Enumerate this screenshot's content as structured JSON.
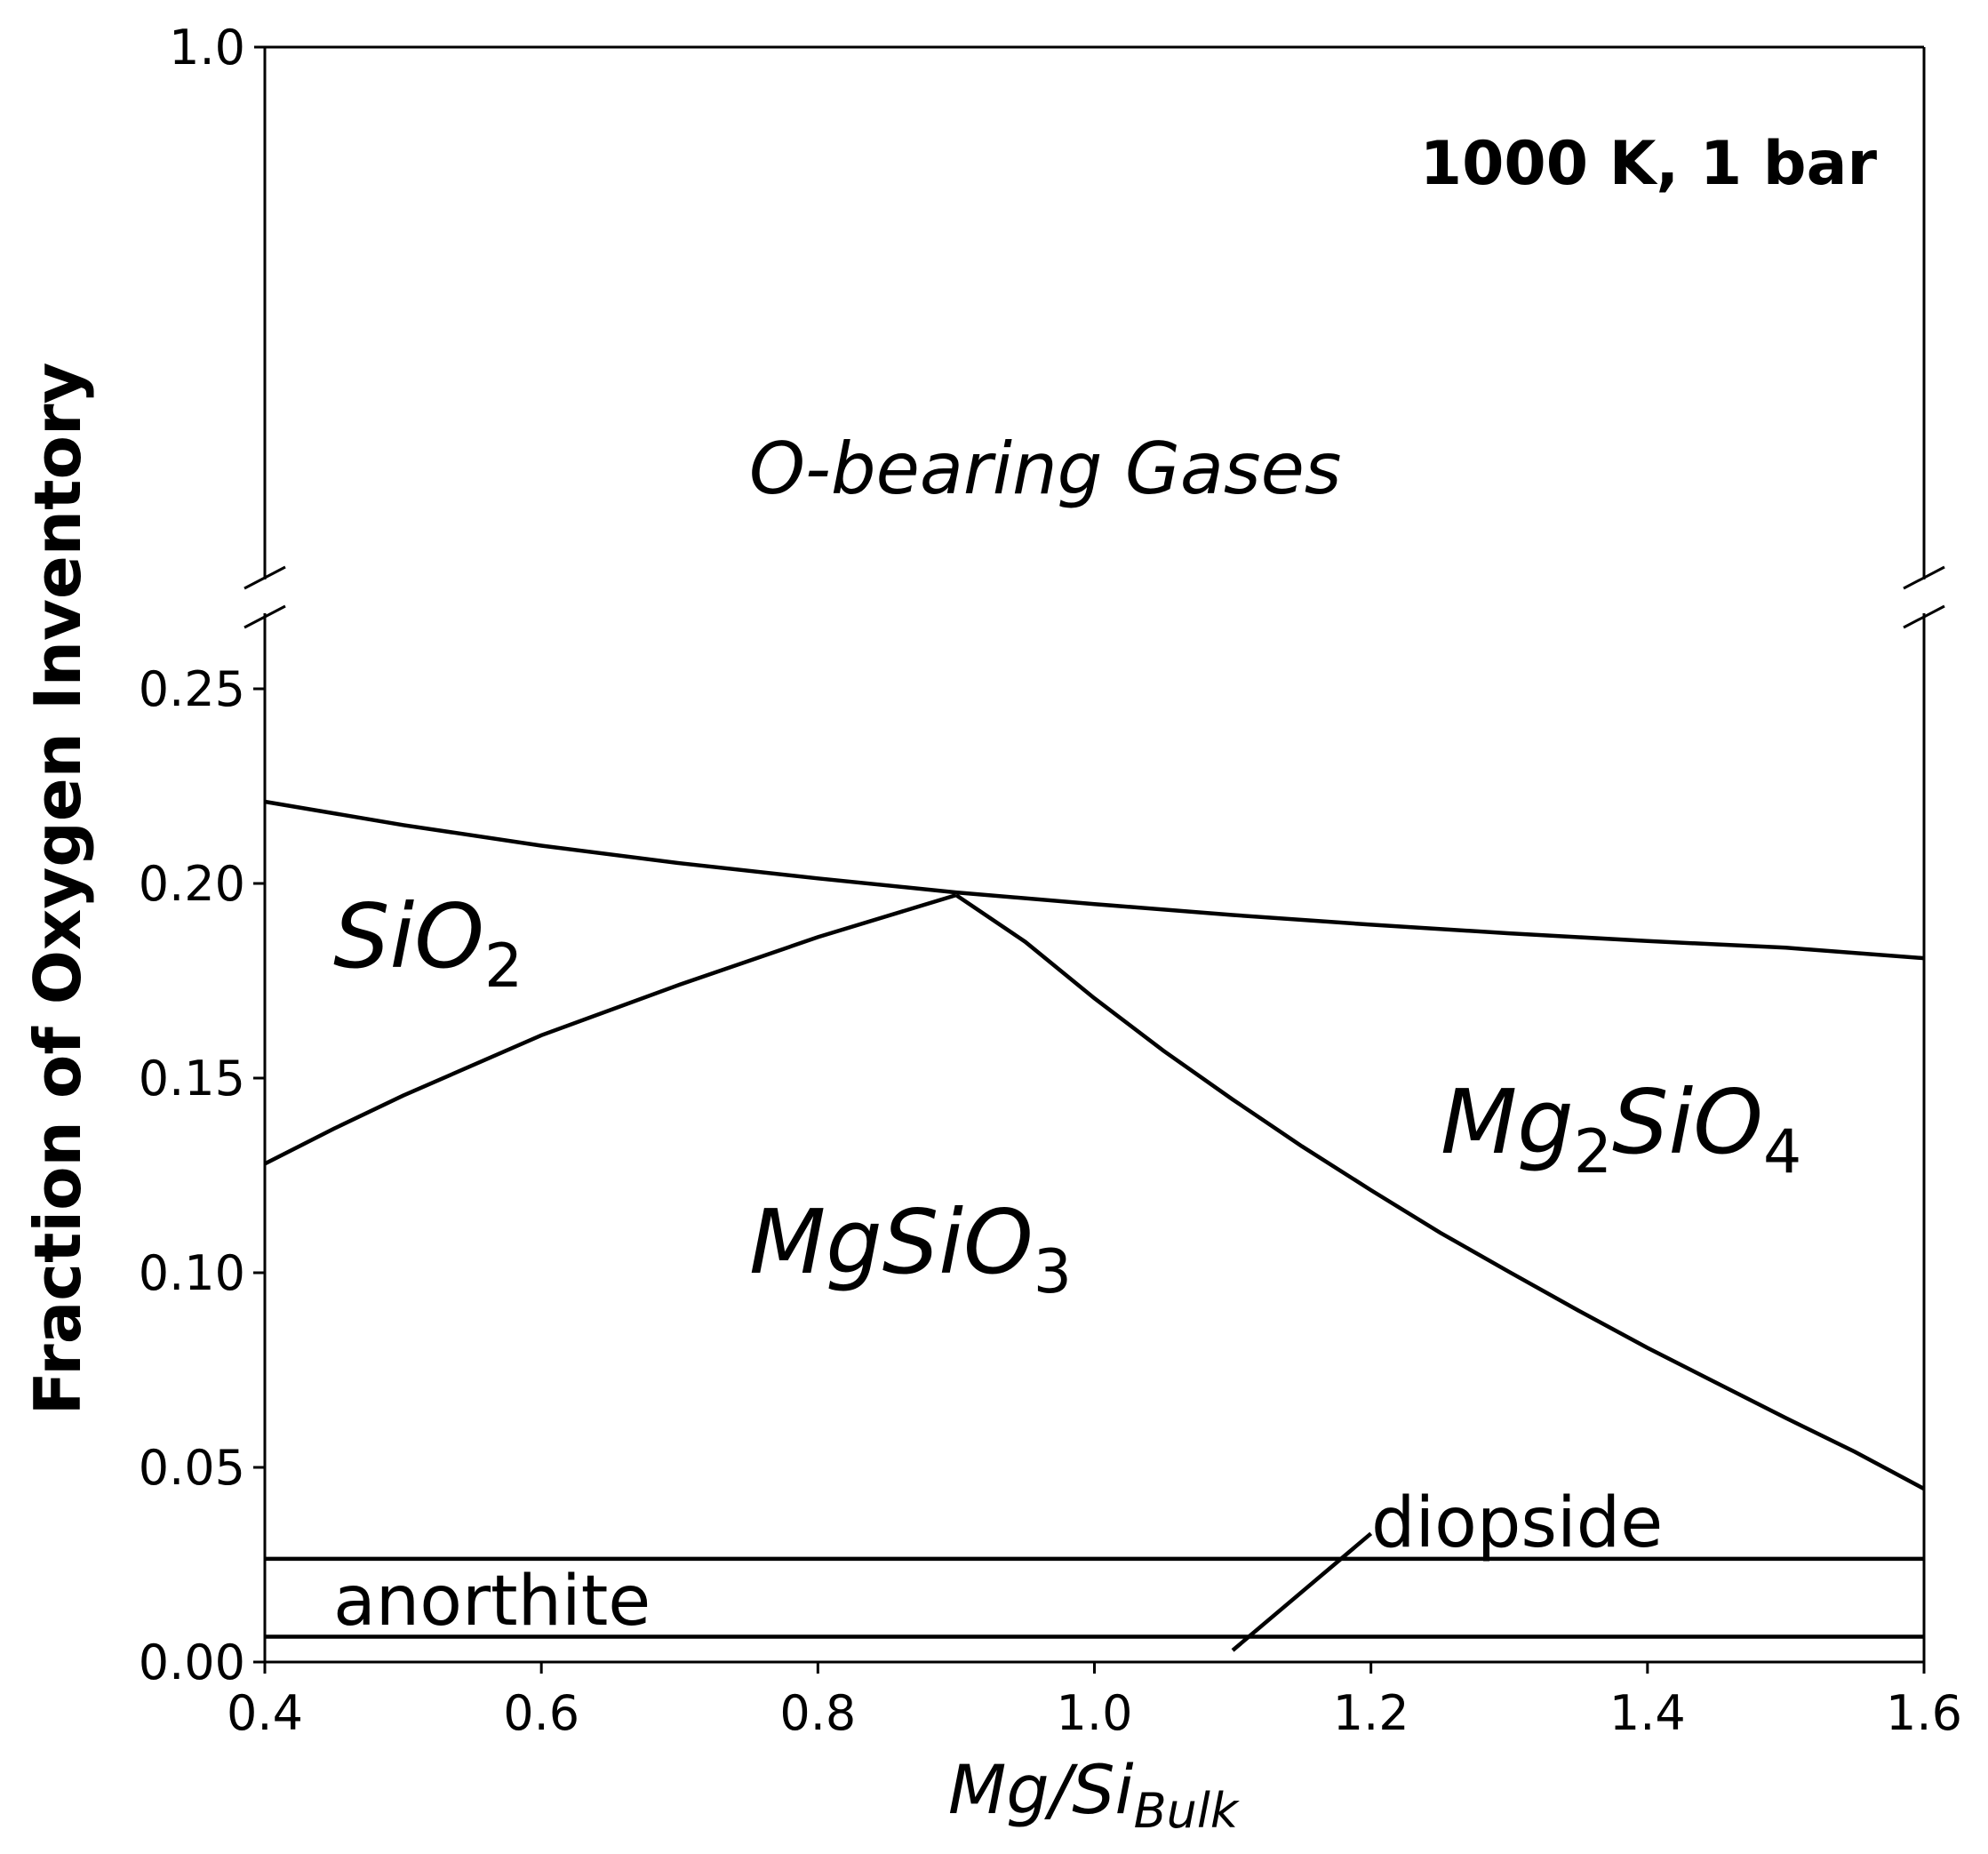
{
  "chart_data": {
    "type": "area",
    "title": "",
    "annotation": "1000 K, 1 bar",
    "xlabel": {
      "main": "Mg/Si",
      "subscript": "Bulk"
    },
    "ylabel": "Fraction of Oxygen Inventory",
    "xlim": [
      0.4,
      1.6
    ],
    "ylim_lower": [
      0.0,
      0.27
    ],
    "ylim_upper_tick": 1.0,
    "broken_y_axis": true,
    "grid": false,
    "x_ticks": [
      "0.4",
      "0.6",
      "0.8",
      "1.0",
      "1.2",
      "1.4",
      "1.6"
    ],
    "x_tick_values": [
      0.4,
      0.6,
      0.8,
      1.0,
      1.2,
      1.4,
      1.6
    ],
    "y_ticks": [
      "0.00",
      "0.05",
      "0.10",
      "0.15",
      "0.20",
      "0.25"
    ],
    "y_tick_values": [
      0.0,
      0.05,
      0.1,
      0.15,
      0.2,
      0.25
    ],
    "y_upper_tick_label": "1.0",
    "series": [
      {
        "name": "gas boundary",
        "x": [
          0.4,
          0.5,
          0.6,
          0.7,
          0.8,
          0.9,
          1.0,
          1.1,
          1.2,
          1.3,
          1.4,
          1.5,
          1.6
        ],
        "y": [
          0.221,
          0.215,
          0.2097,
          0.2052,
          0.2013,
          0.1977,
          0.1947,
          0.1919,
          0.1894,
          0.1872,
          0.1852,
          0.1835,
          0.1808
        ]
      },
      {
        "name": "SiO2 / silicate boundary",
        "x": [
          0.4,
          0.45,
          0.5,
          0.6,
          0.7,
          0.8,
          0.9
        ],
        "y": [
          0.128,
          0.137,
          0.1455,
          0.161,
          0.174,
          0.1862,
          0.197
        ]
      },
      {
        "name": "MgSiO3 / Mg2SiO4 boundary",
        "x": [
          0.9,
          0.95,
          1.0,
          1.05,
          1.1,
          1.15,
          1.2,
          1.25,
          1.3,
          1.35,
          1.4,
          1.45,
          1.5,
          1.55,
          1.6
        ],
        "y": [
          0.197,
          0.185,
          0.1705,
          0.157,
          0.1445,
          0.1325,
          0.1212,
          0.1103,
          0.1002,
          0.0903,
          0.0807,
          0.0717,
          0.0627,
          0.054,
          0.0445
        ]
      },
      {
        "name": "diopside boundary",
        "x": [
          0.4,
          1.6
        ],
        "y": [
          0.0265,
          0.0265
        ]
      },
      {
        "name": "anorthite boundary",
        "x": [
          0.4,
          1.6
        ],
        "y": [
          0.0065,
          0.0065
        ]
      }
    ],
    "region_labels": {
      "gases": "O-bearing Gases",
      "sio2": {
        "main": "SiO",
        "sub": "2"
      },
      "mgsio3": {
        "main": "MgSiO",
        "sub": "3"
      },
      "mg2sio4": {
        "m1": "Mg",
        "s1": "2",
        "m2": "SiO",
        "s2": "4"
      },
      "diopside": "diopside",
      "anorthite": "anorthite"
    },
    "diopside_pointer": {
      "from": [
        1.1,
        0.003
      ],
      "to": [
        1.2,
        0.033
      ]
    }
  }
}
